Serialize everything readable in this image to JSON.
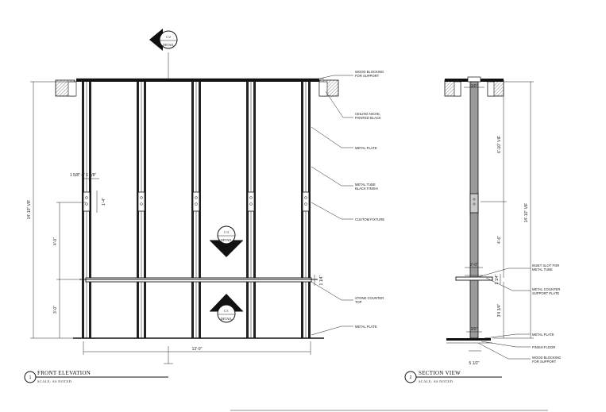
{
  "front": {
    "title": "FRONT ELEVATION",
    "scale": "SCALE: AS NOTED",
    "number": "1",
    "dims": {
      "overall_width": "13'-0\"",
      "overall_height": "14'-10\" VIF",
      "upper": "4'-0\"",
      "lower": "3'-0\"",
      "fixture": "1'-4\"",
      "spacing": "1 5/8\" 4\" 1 5/8\"",
      "counter": "1 1/4\""
    },
    "labels": {
      "blocking": "WOOD BLOCKING\nFOR SUPPORT",
      "niche": "CEILING NICHE,\nPAINTED BLACK",
      "plate_top": "METAL PLATE",
      "tube": "METAL TUBE\nBLACK FINISH",
      "fixture": "CUSTOM FIXTURE",
      "counter": "STONE COUNTER\nTOP",
      "plate_bottom": "METAL PLATE"
    },
    "tags": {
      "top": {
        "num": "C/2",
        "sheet": "DETAIL"
      },
      "mid": {
        "num": "C/3",
        "sheet": "DETAIL"
      },
      "bottom": {
        "num": "C/1",
        "sheet": "DETAIL"
      }
    }
  },
  "section": {
    "title": "SECTION VIEW",
    "scale": "SCALE: AS NOTED",
    "number": "2",
    "dims": {
      "top_width": "3/0\"",
      "upper_height": "6'-10\" VIF",
      "overall_height": "14'-10\" VIF",
      "mid": "4'-6\"",
      "counter_width": "2'-0\"",
      "counter": "1 1/4\"",
      "lower": "3'4 3/4\"",
      "plate_width": "3/0\"",
      "base": "5 1/2\""
    },
    "labels": {
      "slot": "INSET SLOT FOR\nMETAL TUBE",
      "counter_plate": "METAL COUNTER\nSUPPORT PLATE",
      "plate": "METAL PLATE",
      "floor": "FINISH FLOOR",
      "blocking": "WOOD BLOCKING\nFOR SUPPORT"
    }
  }
}
